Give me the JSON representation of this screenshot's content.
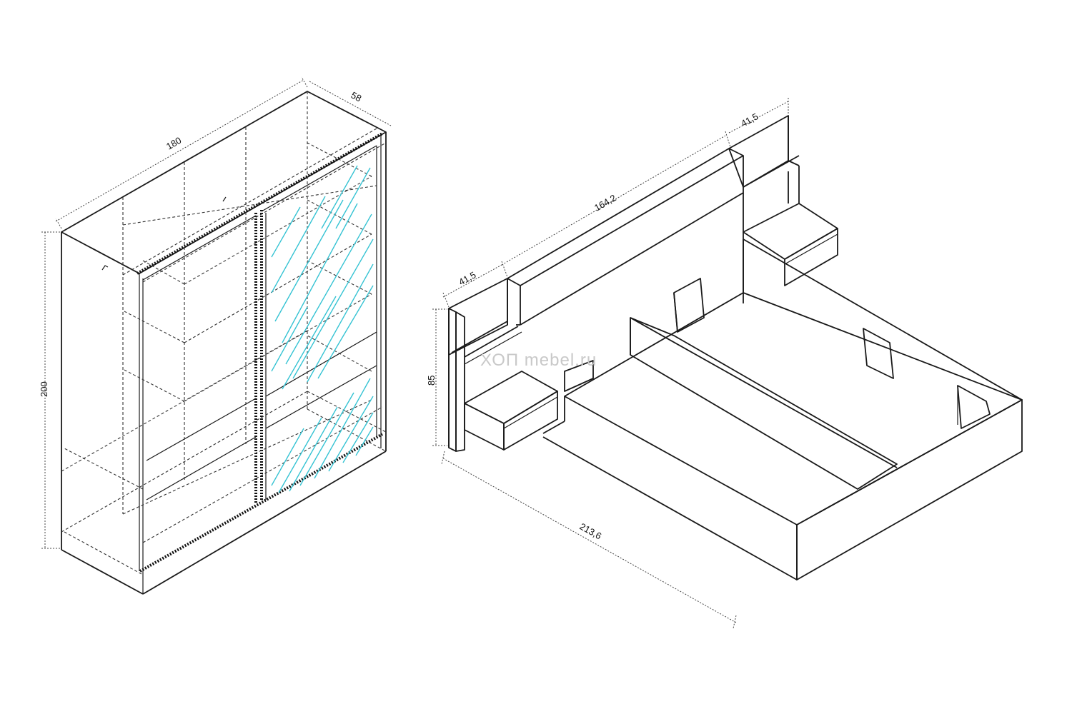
{
  "watermark": "ХОП mebel.ru",
  "wardrobe": {
    "width_label": "180",
    "depth_label": "58",
    "height_label": "200"
  },
  "bed": {
    "left_shelf_label": "41,5",
    "right_shelf_label": "41,5",
    "headboard_label": "164,2",
    "height_label": "85",
    "length_label": "213,6"
  },
  "colors": {
    "line": "#1a1a1a",
    "mirror": "#35c3d3",
    "watermark": "#c9c9c9"
  }
}
